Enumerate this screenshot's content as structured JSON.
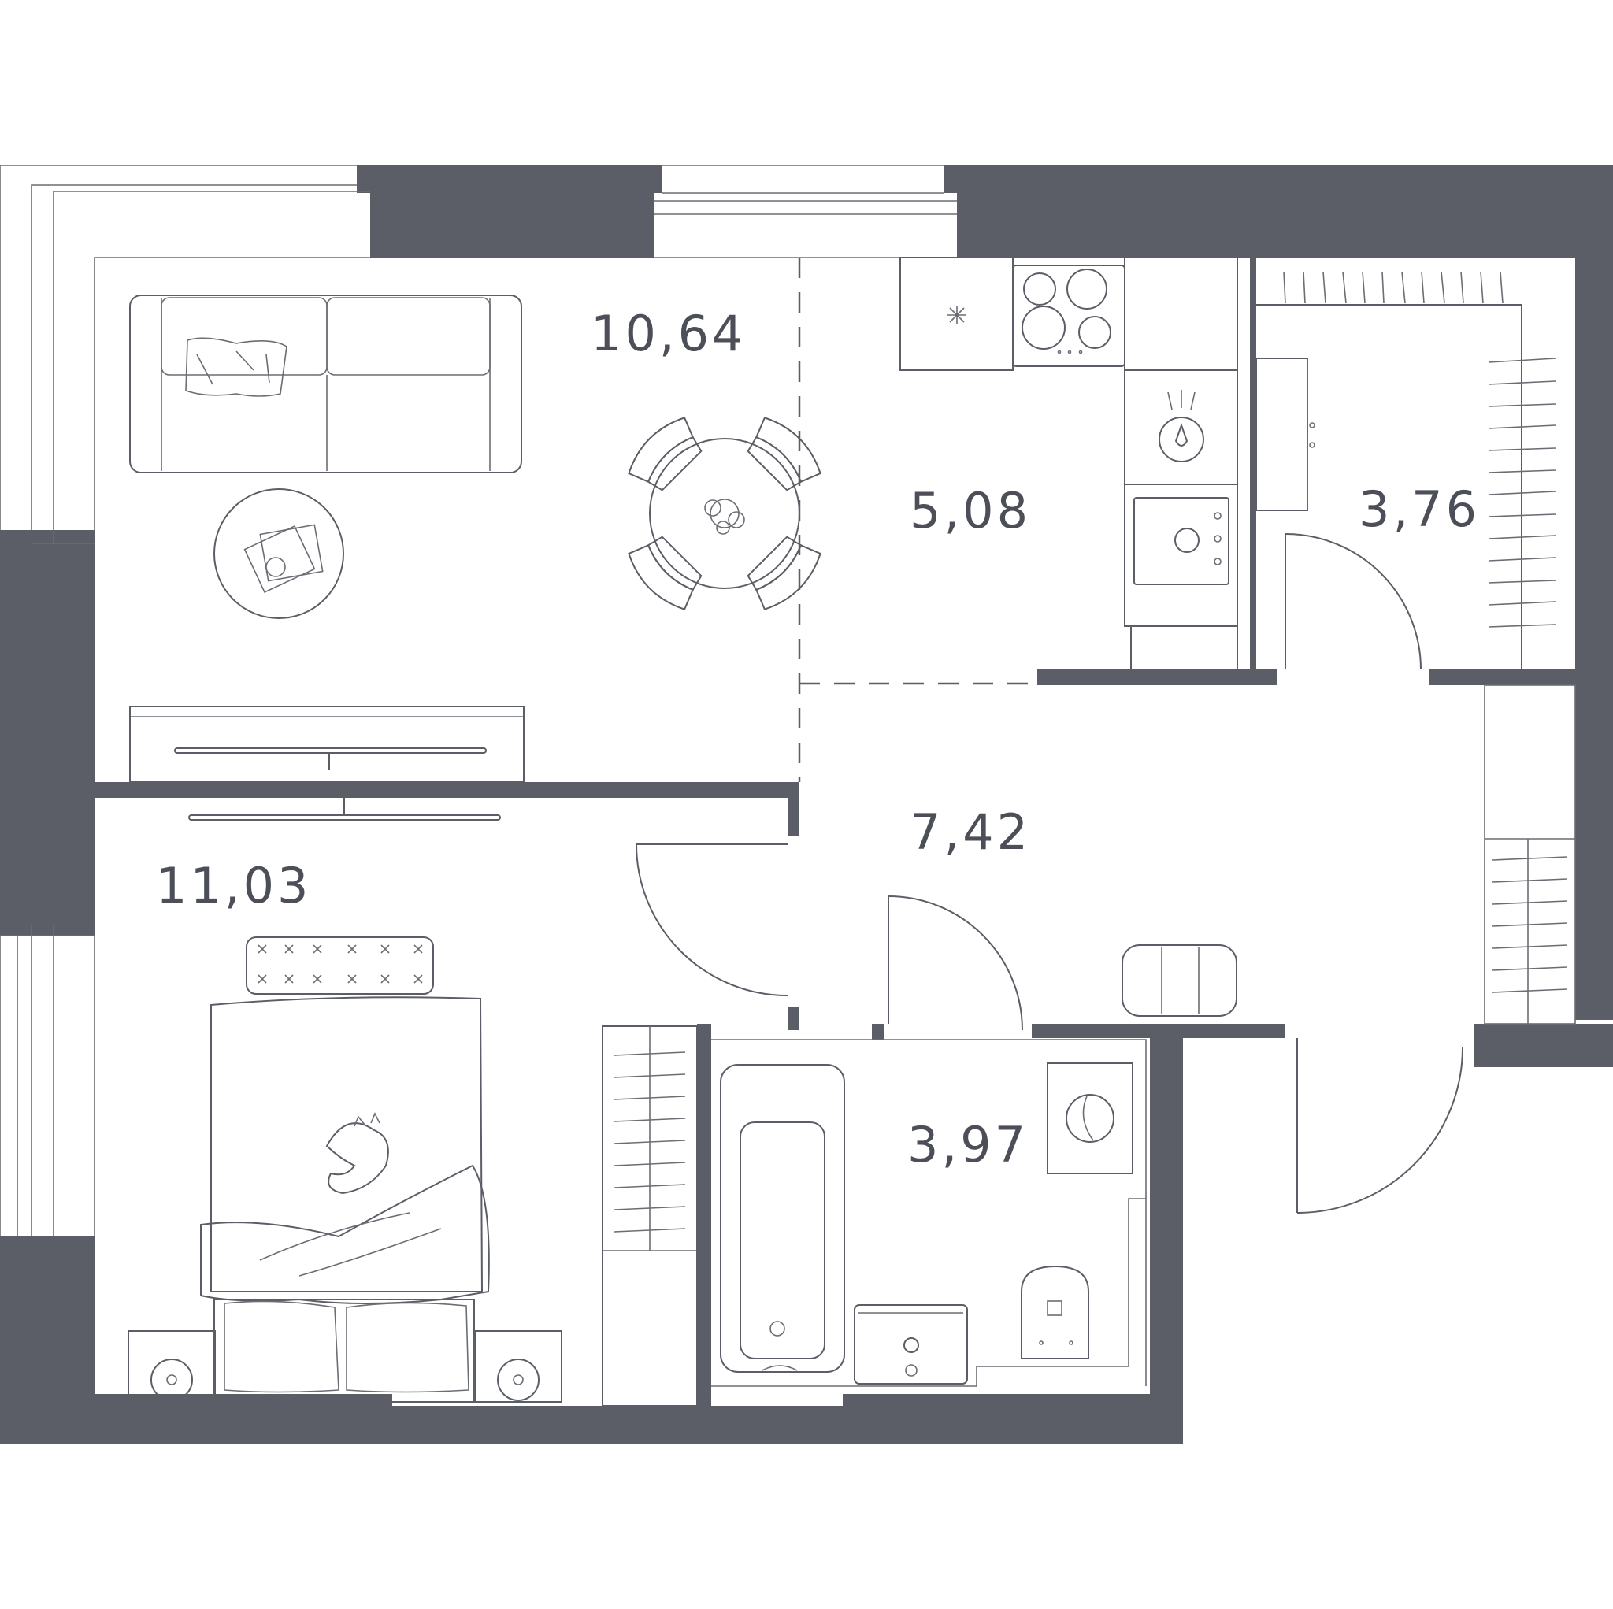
{
  "colors": {
    "wall": "#5b5e66",
    "line": "#6a6d74",
    "background": "#ffffff"
  },
  "rooms": {
    "living": {
      "area": "10,64"
    },
    "kitchen": {
      "area": "5,08"
    },
    "wardrobe": {
      "area": "3,76"
    },
    "hall": {
      "area": "7,42"
    },
    "bedroom": {
      "area": "11,03"
    },
    "bathroom": {
      "area": "3,97"
    }
  },
  "furniture": [
    "sofa-icon",
    "coffee-table-icon",
    "tv-unit-icon",
    "dining-table-icon",
    "cooktop-icon",
    "sink-icon",
    "oven-icon",
    "wardrobe-rail-icon",
    "bed-icon",
    "nightstand-icon",
    "bathtub-icon",
    "washbasin-icon",
    "toilet-icon",
    "washing-machine-icon",
    "pouf-icon"
  ]
}
